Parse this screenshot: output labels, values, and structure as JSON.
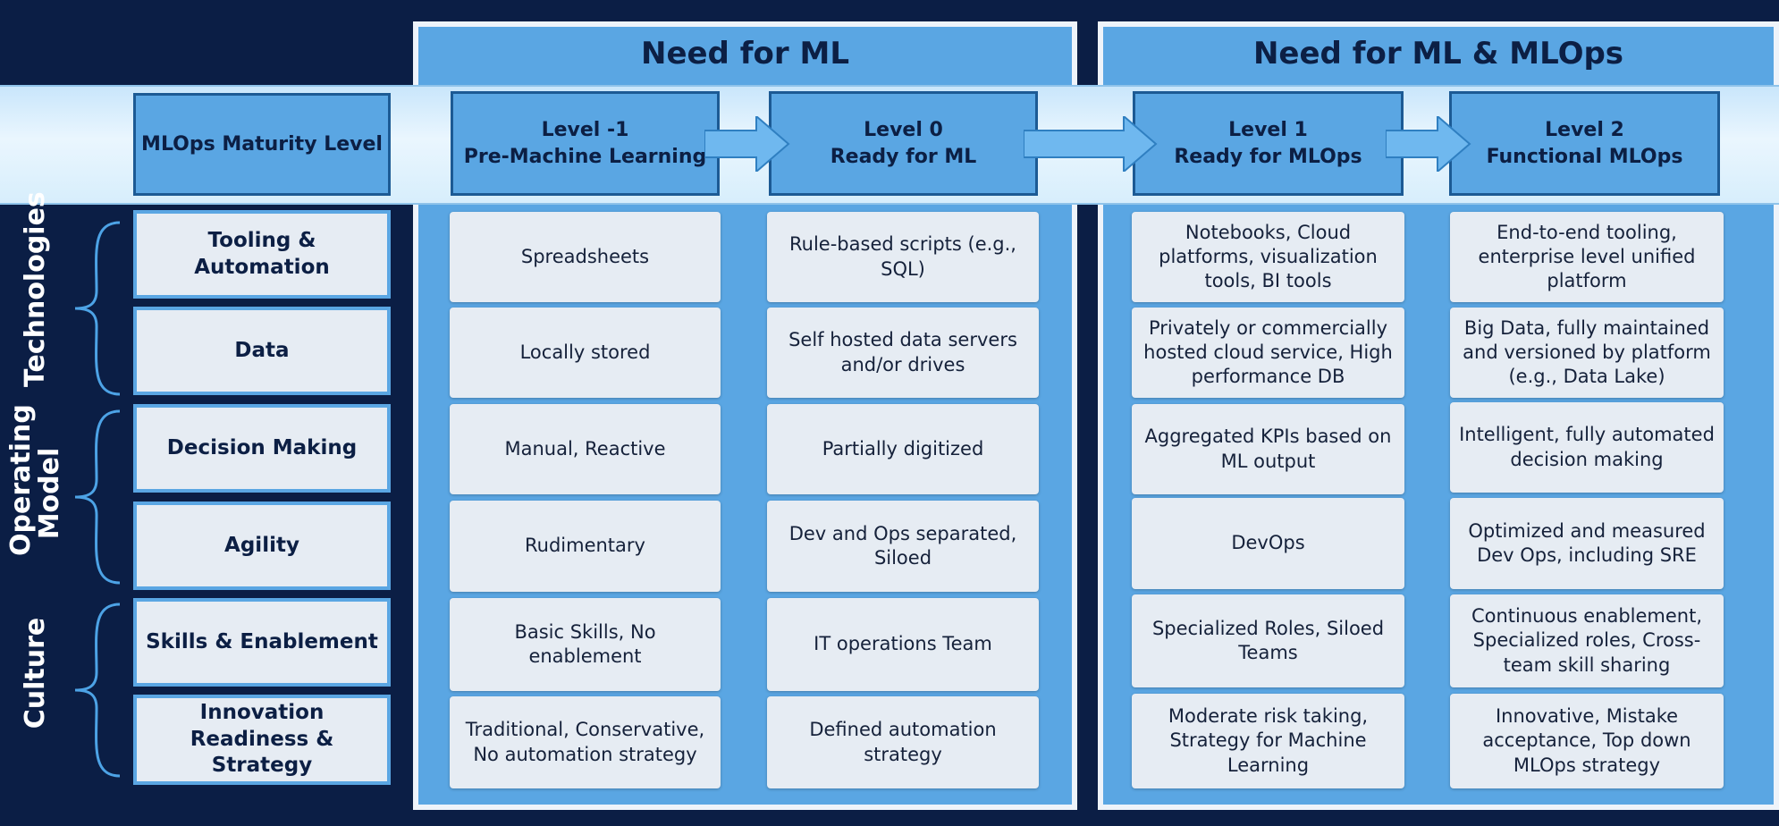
{
  "colors": {
    "background": "#0b1e45",
    "panel": "#5aa6e3",
    "cell": "#e6ecf3",
    "dark_text": "#0c1f44"
  },
  "panels": [
    {
      "title": "Need for ML"
    },
    {
      "title": "Need for ML & MLOps"
    }
  ],
  "header_label": "MLOps Maturity Level",
  "levels": [
    {
      "line1": "Level -1",
      "line2": "Pre-Machine Learning"
    },
    {
      "line1": "Level 0",
      "line2": "Ready for ML"
    },
    {
      "line1": "Level 1",
      "line2": "Ready for MLOps"
    },
    {
      "line1": "Level 2",
      "line2": "Functional MLOps"
    }
  ],
  "groups": [
    {
      "label": "Technologies"
    },
    {
      "label": "Operating Model"
    },
    {
      "label": "Culture"
    }
  ],
  "rows": [
    {
      "label": "Tooling & Automation",
      "cells": [
        "Spreadsheets",
        "Rule-based scripts (e.g., SQL)",
        "Notebooks, Cloud platforms, visualization tools, BI tools",
        "End-to-end tooling, enterprise level unified platform"
      ]
    },
    {
      "label": "Data",
      "cells": [
        "Locally stored",
        "Self hosted data servers and/or drives",
        "Privately or commercially hosted cloud service, High performance DB",
        "Big Data, fully maintained and versioned by platform (e.g., Data Lake)"
      ]
    },
    {
      "label": "Decision Making",
      "cells": [
        "Manual, Reactive",
        "Partially digitized",
        "Aggregated KPIs based on ML output",
        "Intelligent, fully automated decision making"
      ]
    },
    {
      "label": "Agility",
      "cells": [
        "Rudimentary",
        "Dev and Ops separated, Siloed",
        "DevOps",
        "Optimized and measured Dev Ops, including SRE"
      ]
    },
    {
      "label": "Skills & Enablement",
      "cells": [
        "Basic Skills, No enablement",
        "IT operations Team",
        "Specialized Roles, Siloed Teams",
        "Continuous enablement, Specialized roles, Cross-team skill sharing"
      ]
    },
    {
      "label": "Innovation Readiness & Strategy",
      "cells": [
        "Traditional, Conservative, No automation strategy",
        "Defined automation strategy",
        "Moderate risk taking, Strategy for Machine Learning",
        "Innovative, Mistake acceptance, Top down MLOps strategy"
      ]
    }
  ]
}
